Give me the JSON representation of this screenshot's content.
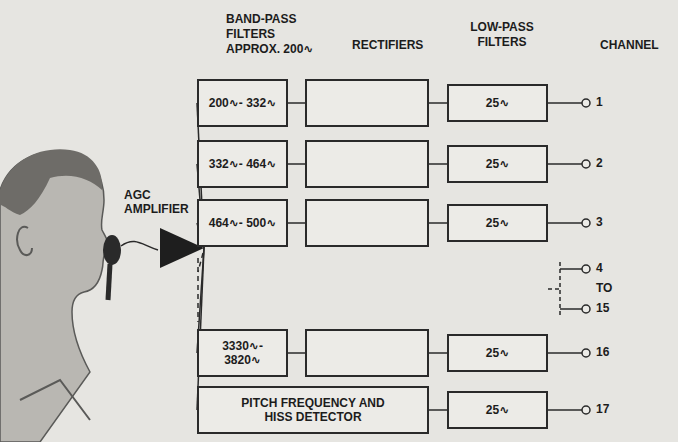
{
  "diagram": {
    "nodes": [
      {
        "text": [
          "AGC AMPLIFIER"
        ]
      },
      {
        "text": [
          "200∿- 332∿"
        ]
      },
      {
        "text": []
      },
      {
        "text": [
          "25∿"
        ]
      },
      {
        "text": [
          "332∿- 464∿"
        ]
      },
      {
        "text": []
      },
      {
        "text": [
          "25∿"
        ]
      },
      {
        "text": [
          "464∿- 500∿"
        ]
      },
      {
        "text": []
      },
      {
        "text": [
          "25∿"
        ]
      },
      {
        "text": [
          "3330∿- 3820∿"
        ]
      },
      {
        "text": []
      },
      {
        "text": [
          "25∿"
        ]
      },
      {
        "text": [
          "PITCH FREQUENCY AND HISS DETECTOR"
        ]
      },
      {
        "text": [
          "25∿"
        ]
      }
    ],
    "edges": [
      {
        "from": 0,
        "to": 1,
        "arrow": "none"
      },
      {
        "from": 0,
        "to": 4,
        "arrow": "none"
      },
      {
        "from": 0,
        "to": 7,
        "arrow": "none"
      },
      {
        "from": 0,
        "to": 10,
        "arrow": "none"
      },
      {
        "from": 0,
        "to": 13,
        "arrow": "none"
      },
      {
        "from": 1,
        "to": 2,
        "arrow": "none"
      },
      {
        "from": 2,
        "to": 3,
        "arrow": "none"
      },
      {
        "from": 4,
        "to": 5,
        "arrow": "none"
      },
      {
        "from": 5,
        "to": 6,
        "arrow": "none"
      },
      {
        "from": 7,
        "to": 8,
        "arrow": "none"
      },
      {
        "from": 8,
        "to": 9,
        "arrow": "none"
      },
      {
        "from": 10,
        "to": 11,
        "arrow": "none"
      },
      {
        "from": 11,
        "to": 12,
        "arrow": "none"
      },
      {
        "from": 13,
        "to": 14,
        "arrow": "none"
      }
    ],
    "labels": [
      "BAND-PASS FILTERS APPROX. 200∿",
      "RECTIFIERS",
      "LOW-PASS FILTERS",
      "CHANNEL",
      "1",
      "2",
      "3",
      "4",
      "TO",
      "15",
      "16",
      "17"
    ]
  }
}
